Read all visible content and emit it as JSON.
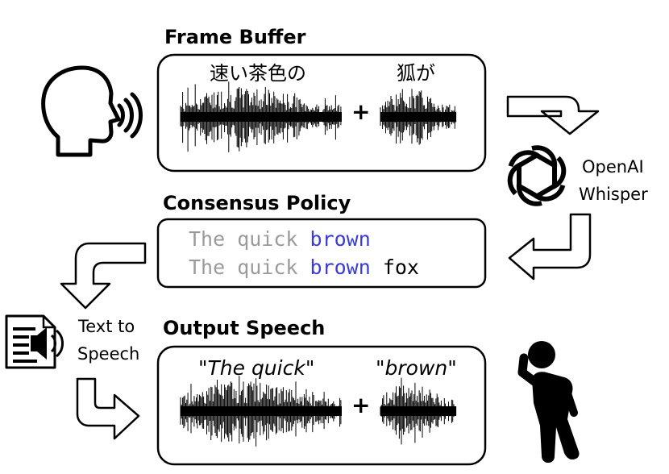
{
  "frame_buffer": {
    "heading": "Frame Buffer",
    "chunk1_text": "速い茶色の",
    "chunk2_text": "狐が",
    "plus": "+"
  },
  "whisper": {
    "line1": "OpenAI",
    "line2": "Whisper"
  },
  "consensus": {
    "heading": "Consensus Policy",
    "line1": {
      "prefix": "The quick ",
      "highlight": "brown",
      "suffix": ""
    },
    "line2": {
      "prefix": "The quick ",
      "highlight": "brown",
      "suffix": " fox"
    }
  },
  "tts": {
    "line1": "Text to",
    "line2": "Speech"
  },
  "output": {
    "heading": "Output Speech",
    "chunk1_text": "\"The quick\"",
    "chunk2_text": "\"brown\"",
    "plus": "+"
  },
  "colors": {
    "grey_text": "#9a9a9a",
    "highlight": "#3b3bd6",
    "stroke": "#000000"
  },
  "icons": [
    "speaking-head-icon",
    "openai-logo-icon",
    "text-to-speech-icon",
    "listening-person-icon"
  ]
}
